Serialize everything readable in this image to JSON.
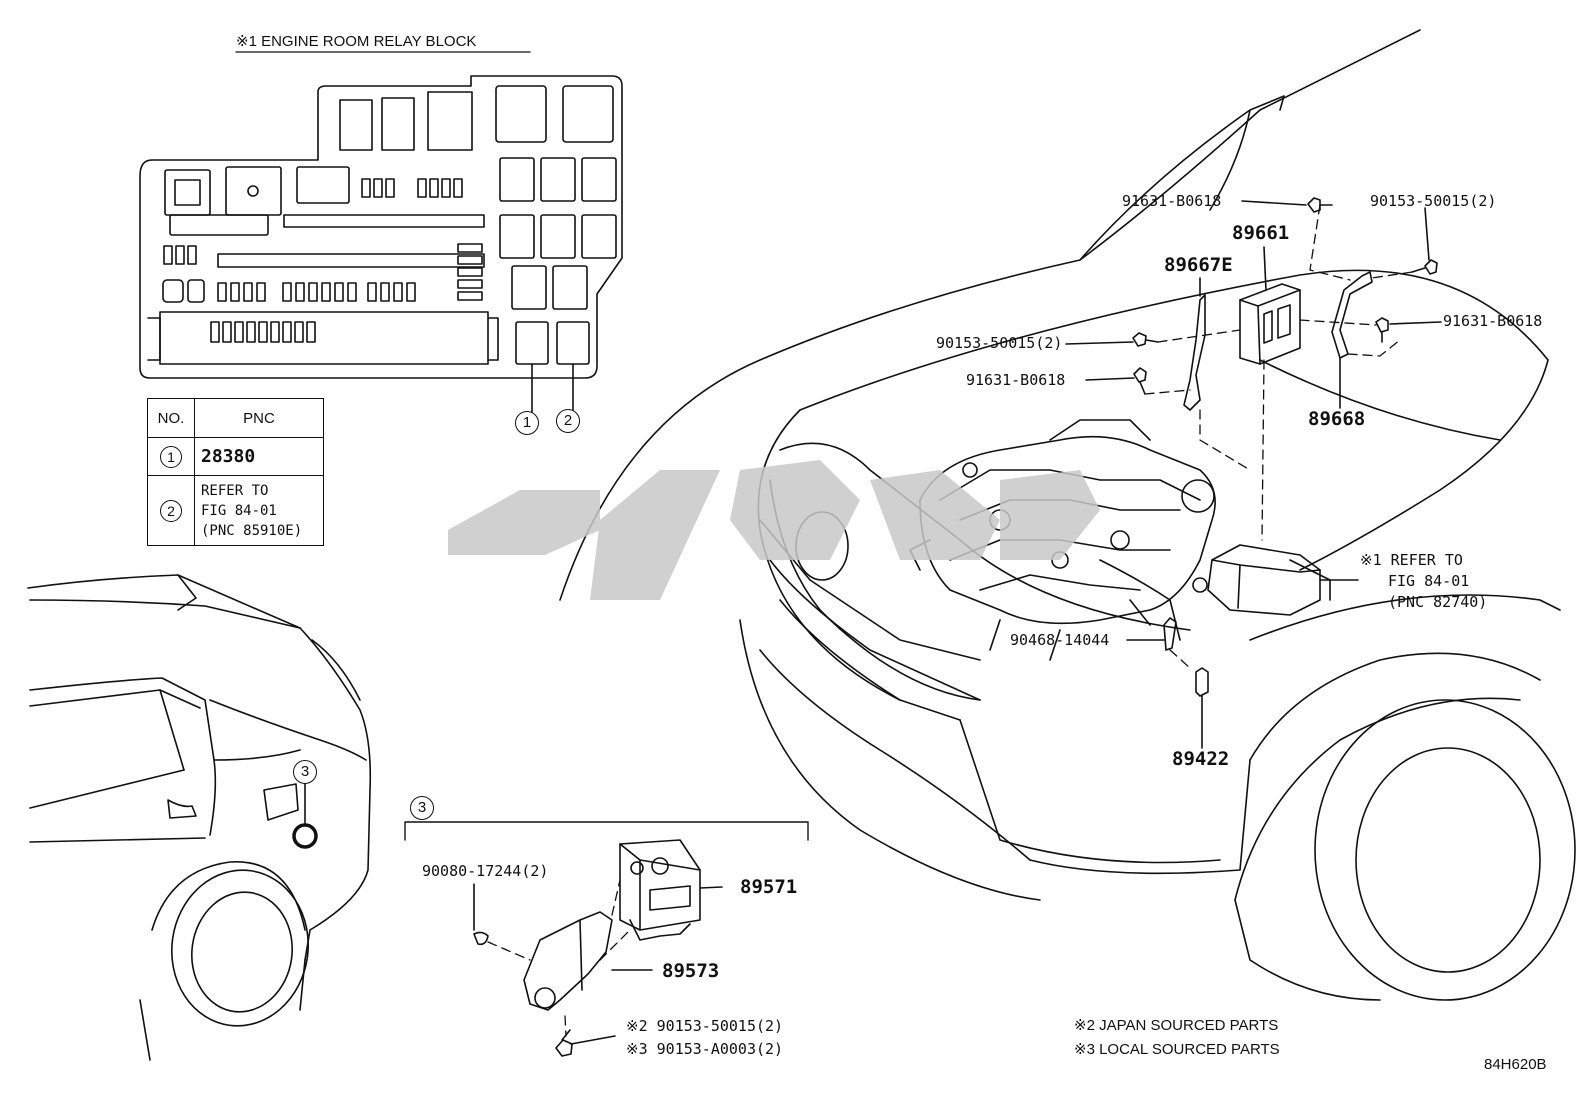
{
  "relay_block": {
    "title": "※1 ENGINE ROOM RELAY BLOCK",
    "callout_1": "1",
    "callout_2": "2"
  },
  "pnc_table": {
    "header_no": "NO.",
    "header_pnc": "PNC",
    "rows": [
      {
        "no": "1",
        "pnc": "28380"
      },
      {
        "no": "2",
        "line1": "REFER TO",
        "line2": "FIG 84-01",
        "line3": "(PNC 85910E)"
      }
    ]
  },
  "labels": {
    "p91631_top": "91631-B0618",
    "p90153_top": "90153-50015(2)",
    "p89661": "89661",
    "p89667E": "89667E",
    "p90153_left": "90153-50015(2)",
    "p91631_right": "91631-B0618",
    "p91631_left": "91631-B0618",
    "p89668": "89668",
    "refer_1": "※1 REFER TO",
    "refer_2": "FIG 84-01",
    "refer_3": "(PNC 82740)",
    "p90468": "90468-14044",
    "p89422": "89422",
    "callout_3_car": "3",
    "callout_3_group": "3",
    "p90080": "90080-17244(2)",
    "p89571": "89571",
    "p89573": "89573",
    "p90153_jp": "※2 90153-50015(2)",
    "p90153_local": "※3 90153-A0003(2)"
  },
  "footnotes": {
    "note_2": "※2 JAPAN SOURCED PARTS",
    "note_3": "※3 LOCAL SOURCED PARTS"
  },
  "figure_id": "84H620B",
  "colors": {
    "line": "#111111",
    "watermark": "#c8c8c8"
  }
}
